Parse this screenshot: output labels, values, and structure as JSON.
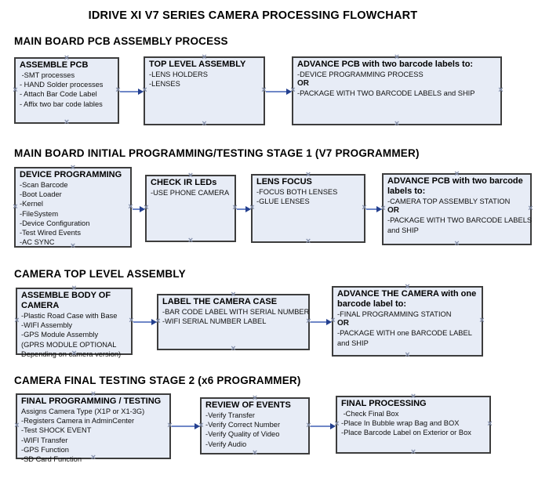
{
  "title": "IDRIVE XI V7 SERIES CAMERA PROCESSING FLOWCHART",
  "colors": {
    "box_fill": "#e7ecf6",
    "box_border": "#3d3d3d",
    "arrow_line": "#6f87c7",
    "arrow_head": "#24408f",
    "connection_x": "#8792ad"
  },
  "sections": [
    {
      "heading": "MAIN BOARD PCB ASSEMBLY PROCESS",
      "boxes": [
        {
          "title": "ASSEMBLE PCB",
          "lines": [
            " -SMT processes",
            "- HAND Solder processes",
            "- Attach Bar Code Label",
            "- Affix two bar code lables"
          ]
        },
        {
          "title": "TOP LEVEL ASSEMBLY",
          "lines": [
            "-LENS HOLDERS",
            "-LENSES"
          ]
        },
        {
          "title": "ADVANCE PCB with two barcode labels to:",
          "lines": [
            "-DEVICE PROGRAMMING PROCESS",
            "OR",
            "-PACKAGE WITH TWO BARCODE LABELS and SHIP"
          ]
        }
      ]
    },
    {
      "heading": "MAIN BOARD INITIAL PROGRAMMING/TESTING STAGE 1 (V7 PROGRAMMER)",
      "boxes": [
        {
          "title": "DEVICE PROGRAMMING",
          "lines": [
            "-Scan Barcode",
            "-Boot Loader",
            "-Kernel",
            "-FileSystem",
            "-Device Configuration",
            "-Test Wired Events",
            "-AC SYNC"
          ]
        },
        {
          "title": "CHECK IR LEDs",
          "lines": [
            "-USE PHONE CAMERA"
          ]
        },
        {
          "title": "LENS FOCUS",
          "lines": [
            "-FOCUS BOTH LENSES",
            "-GLUE LENSES"
          ]
        },
        {
          "title": "ADVANCE PCB with two barcode labels to:",
          "lines": [
            "-CAMERA TOP ASSEMBLY STATION",
            "OR",
            "-PACKAGE WITH TWO BARCODE LABELS",
            "and SHIP"
          ]
        }
      ]
    },
    {
      "heading": "CAMERA TOP LEVEL ASSEMBLY",
      "boxes": [
        {
          "title": "ASSEMBLE BODY OF CAMERA",
          "lines": [
            "-Plastic Road Case with Base",
            "-WIFI Assembly",
            "-GPS Module Assembly",
            "(GPRS MODULE OPTIONAL",
            "Depending on camera version)"
          ]
        },
        {
          "title": "LABEL THE CAMERA CASE",
          "lines": [
            "-BAR CODE LABEL WITH SERIAL NUMBER",
            "-WIFI SERIAL NUMBER LABEL"
          ]
        },
        {
          "title": "ADVANCE THE CAMERA with one barcode label to:",
          "lines": [
            "-FINAL PROGRAMMING STATION",
            "OR",
            "-PACKAGE WITH one BARCODE LABEL",
            "and SHIP"
          ]
        }
      ]
    },
    {
      "heading": "CAMERA FINAL TESTING STAGE 2 (x6 PROGRAMMER)",
      "boxes": [
        {
          "title": "FINAL PROGRAMMING / TESTING",
          "lines": [
            "Assigns Camera Type (X1P or X1-3G)",
            "-Registers Camera in AdminCenter",
            "-Test SHOCK EVENT",
            "-WIFI Transfer",
            "-GPS Function",
            "-SD Card Function"
          ]
        },
        {
          "title": "REVIEW OF EVENTS",
          "lines": [
            "-Verify Transfer",
            "-Verify Correct Number",
            "-Verify Quality of Video",
            "-Verify Audio"
          ]
        },
        {
          "title": "FINAL PROCESSING",
          "lines": [
            " -Check Final Box",
            "-Place In Bubble wrap Bag and BOX",
            "-Place Barcode Label on Exterior or Box"
          ]
        }
      ]
    }
  ]
}
